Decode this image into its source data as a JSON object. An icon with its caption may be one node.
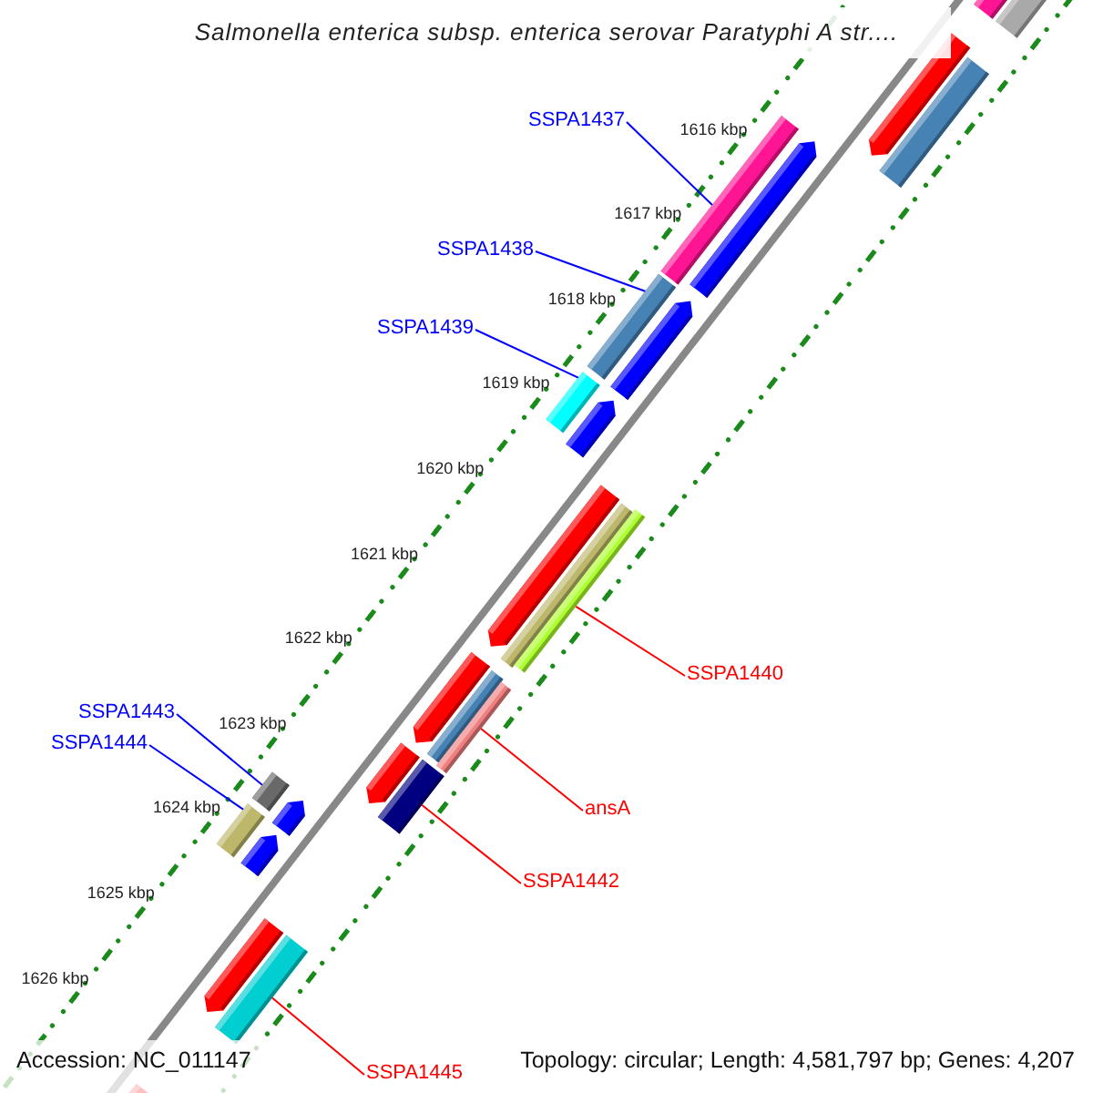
{
  "diagram": {
    "title": "Salmonella enterica subsp. enterica serovar Paratyphi A str....",
    "nodes": [
      {
        "text": [
          "SSPA1437"
        ]
      },
      {
        "text": [],
        "shape": "bar"
      },
      {
        "text": [
          "SSPA1438"
        ]
      },
      {
        "text": [],
        "shape": "bar"
      },
      {
        "text": [
          "SSPA1439"
        ]
      },
      {
        "text": [],
        "shape": "bar"
      },
      {
        "text": [
          "SSPA1440"
        ]
      },
      {
        "text": [],
        "shape": "bar"
      },
      {
        "text": [
          "SSPA1443"
        ]
      },
      {
        "text": [],
        "shape": "bar"
      },
      {
        "text": [
          "SSPA1444"
        ]
      },
      {
        "text": [],
        "shape": "bar"
      },
      {
        "text": [
          "ansA"
        ]
      },
      {
        "text": [],
        "shape": "bar"
      },
      {
        "text": [
          "SSPA1442"
        ]
      },
      {
        "text": [],
        "shape": "bar"
      },
      {
        "text": [
          "SSPA1445"
        ]
      },
      {
        "text": [],
        "shape": "bar"
      }
    ],
    "edges": [
      {
        "from": 0,
        "to": 1,
        "arrow": "none"
      },
      {
        "from": 2,
        "to": 3,
        "arrow": "none"
      },
      {
        "from": 4,
        "to": 5,
        "arrow": "none"
      },
      {
        "from": 6,
        "to": 7,
        "arrow": "none",
        "color": "#ff0000"
      },
      {
        "from": 8,
        "to": 9,
        "arrow": "none"
      },
      {
        "from": 10,
        "to": 11,
        "arrow": "none"
      },
      {
        "from": 12,
        "to": 13,
        "arrow": "none",
        "color": "#ff0000"
      },
      {
        "from": 14,
        "to": 15,
        "arrow": "none",
        "color": "#ff0000"
      },
      {
        "from": 16,
        "to": 17,
        "arrow": "none",
        "color": "#ff0000"
      }
    ],
    "labels": [
      "1616 kbp",
      "1617 kbp",
      "1618 kbp",
      "1619 kbp",
      "1620 kbp",
      "1621 kbp",
      "1622 kbp",
      "1623 kbp",
      "1624 kbp",
      "1625 kbp",
      "1626 kbp",
      "Accession: NC_011147",
      "Topology: circular; Length: 4,581,797 bp; Genes: 4,207"
    ]
  }
}
